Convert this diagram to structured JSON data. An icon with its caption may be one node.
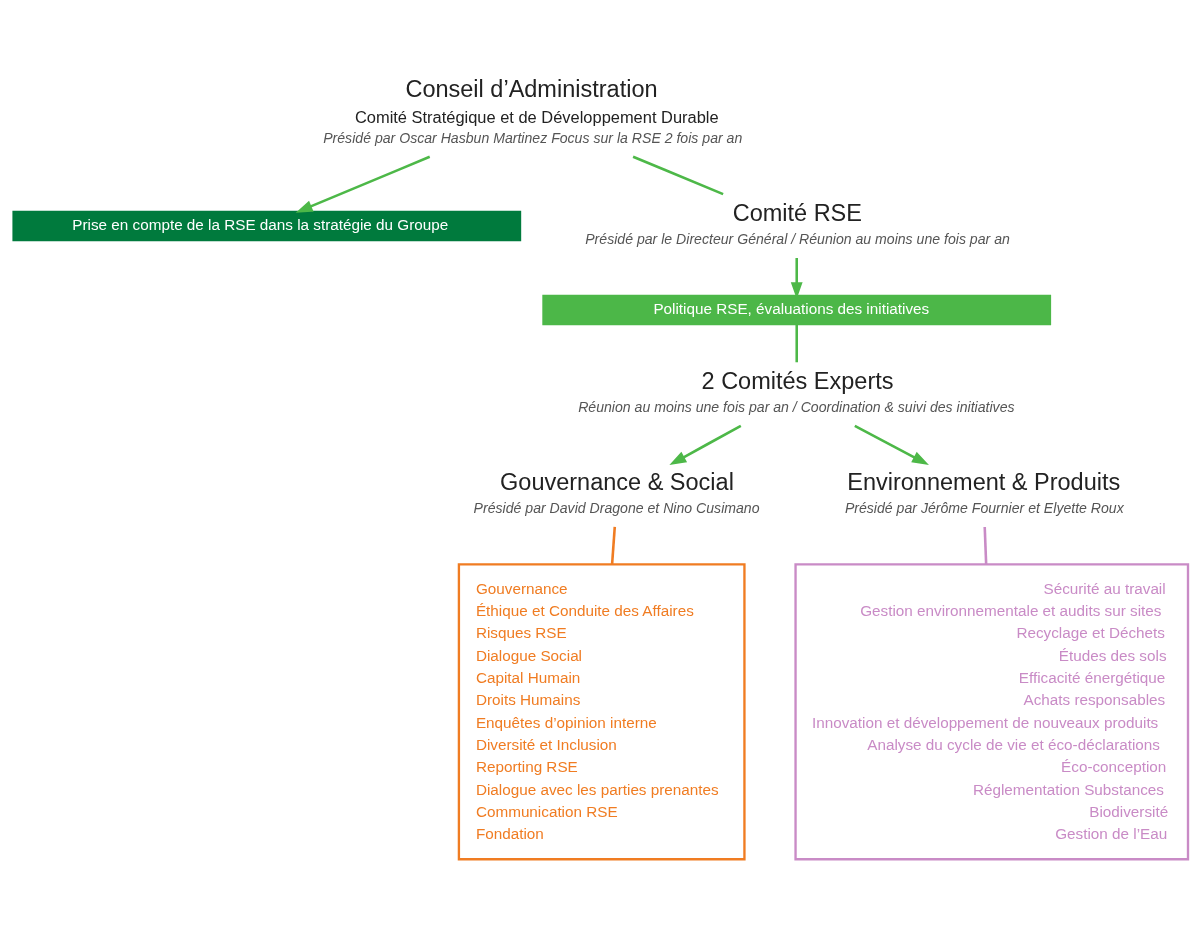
{
  "diagram": {
    "nodes": [
      {
        "text": [
          "Conseil d’Administration",
          "Comité Stratégique et de Développement Durable",
          "Présidé par Oscar Hasbun Martinez Focus sur la RSE 2 fois par an"
        ]
      },
      {
        "text": [
          "Prise en compte de la RSE dans la stratégie du Groupe"
        ]
      },
      {
        "text": [
          "Comité RSE",
          "Présidé par le Directeur Général / Réunion au moins une fois par an"
        ]
      },
      {
        "text": [
          "Politique RSE, évaluations des initiatives"
        ]
      },
      {
        "text": [
          "2 Comités Experts",
          "Réunion au moins une fois par an / Coordination & suivi des initiatives"
        ]
      },
      {
        "text": [
          "Gouvernance & Social",
          "Présidé par David Dragone et Nino Cusimano"
        ]
      },
      {
        "text": [
          "Environnement & Produits",
          "Présidé par Jérôme Fournier et Elyette Roux"
        ]
      },
      {
        "text": [
          "Gouvernance",
          "Éthique et Conduite des Affaires",
          "Risques RSE",
          "Dialogue Social",
          "Capital Humain",
          "Droits Humains",
          "Enquêtes d’opinion interne",
          "Diversité et Inclusion",
          "Reporting RSE",
          "Dialogue avec les parties prenantes",
          "Communication RSE",
          "Fondation"
        ]
      },
      {
        "text": [
          "Sécurité au travail",
          "Gestion environnementale et audits sur sites",
          "Recyclage et Déchets",
          "Études des sols",
          "Efficacité énergétique",
          "Achats responsables",
          "Innovation et développement de nouveaux produits",
          "Analyse du cycle de vie et éco-déclarations",
          "Éco-conception",
          "Réglementation Substances",
          "Biodiversité",
          "Gestion de l’Eau"
        ]
      }
    ],
    "edges": [
      {
        "from": 0,
        "to": 1,
        "arrow": "to"
      },
      {
        "from": 0,
        "to": 2,
        "arrow": "none"
      },
      {
        "from": 2,
        "to": 3,
        "arrow": "to"
      },
      {
        "from": 3,
        "to": 4,
        "arrow": "none"
      },
      {
        "from": 4,
        "to": 5,
        "arrow": "to"
      },
      {
        "from": 4,
        "to": 6,
        "arrow": "to"
      },
      {
        "from": 5,
        "to": 7,
        "arrow": "none",
        "color": "#f07c22"
      },
      {
        "from": 6,
        "to": 8,
        "arrow": "none",
        "color": "#c98bc6"
      }
    ]
  }
}
